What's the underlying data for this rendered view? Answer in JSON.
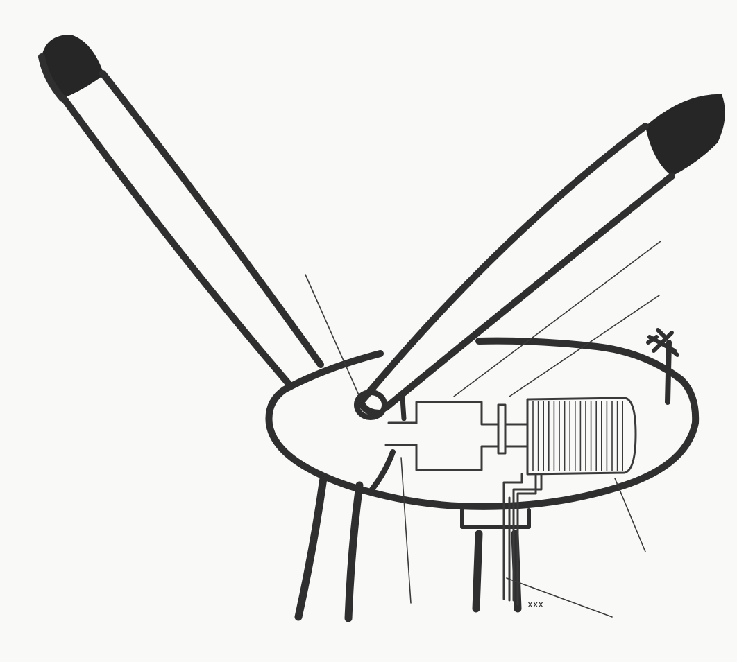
{
  "diagram": {
    "annotation_text": "xxx",
    "colors": {
      "paper": "#f9f9f8",
      "ink": "#2f2f2f",
      "ink_fill": "#262626",
      "fine_line": "#3a3a3a"
    },
    "parts": [
      "blade-left",
      "blade-right",
      "blade-tip-left",
      "blade-tip-right",
      "nacelle-body",
      "rotor-hub",
      "main-shaft",
      "gearbox",
      "brake",
      "generator",
      "controller-cabling",
      "wind-vane",
      "yaw-mount",
      "tower"
    ],
    "leader_lines": 6
  }
}
